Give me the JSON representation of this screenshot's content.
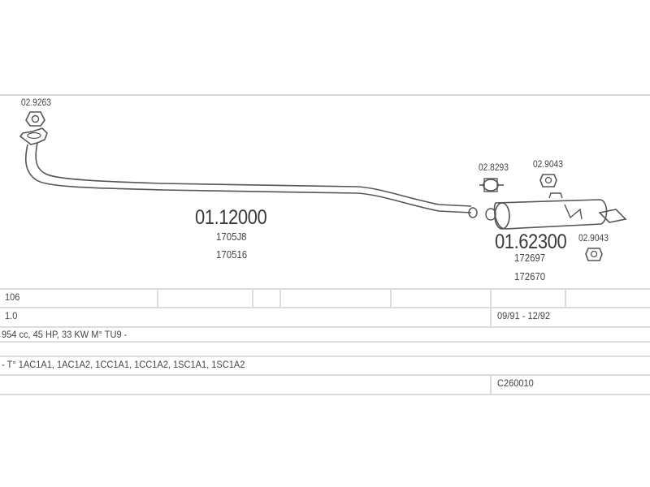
{
  "parts": {
    "flange_gasket_front": "02.9263",
    "front_pipe": {
      "number": "01.12000",
      "ref1": "1705J8",
      "ref2": "170516"
    },
    "clamp": "02.8293",
    "rubber_mount_top": "02.9043",
    "rubber_mount_bottom": "02.9043",
    "rear_silencer": {
      "number": "01.62300",
      "ref1": "172697",
      "ref2": "172670"
    }
  },
  "table": {
    "model": "106",
    "engine": "1.0",
    "years": "09/91 - 12/92",
    "specs": "954 cc, 45 HP, 33 KW M° TU9 -",
    "types": "- T° 1AC1A1, 1AC1A2, 1CC1A1, 1CC1A2, 1SC1A1, 1SC1A2",
    "code": "C260010"
  }
}
